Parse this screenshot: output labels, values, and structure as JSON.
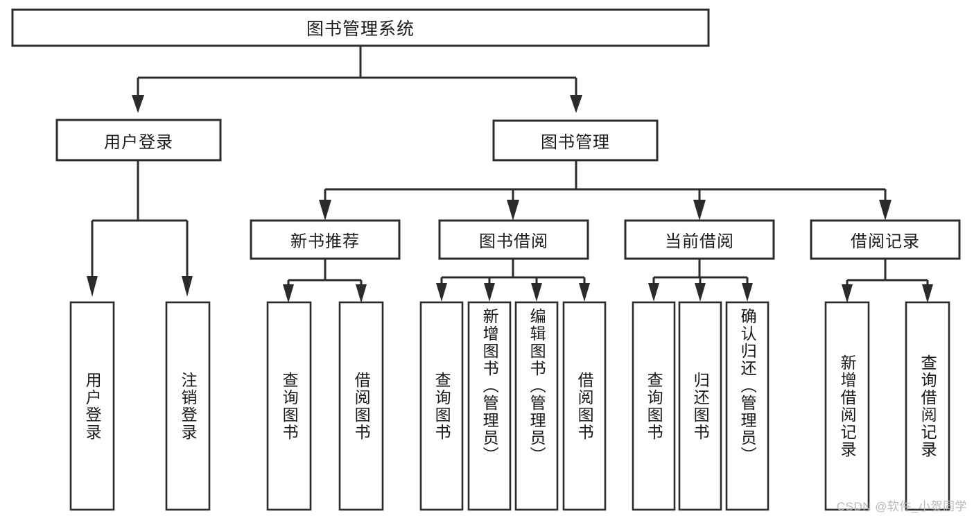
{
  "diagram": {
    "type": "tree-hierarchy-chart",
    "title": "图书管理系统",
    "root": {
      "label": "图书管理系统",
      "level": 1
    },
    "level2": [
      {
        "label": "用户登录"
      },
      {
        "label": "图书管理"
      }
    ],
    "level3": [
      {
        "label": "新书推荐",
        "parent": "图书管理"
      },
      {
        "label": "图书借阅",
        "parent": "图书管理"
      },
      {
        "label": "当前借阅",
        "parent": "图书管理"
      },
      {
        "label": "借阅记录",
        "parent": "图书管理"
      }
    ],
    "leaves": {
      "user_login": [
        {
          "label": "用户登录"
        },
        {
          "label": "注销登录"
        }
      ],
      "new_book_recommend": [
        {
          "label": "查询图书"
        },
        {
          "label": "借阅图书"
        }
      ],
      "book_borrow": [
        {
          "label": "查询图书"
        },
        {
          "label": "新增图书（管理员）"
        },
        {
          "label": "编辑图书（管理员）"
        },
        {
          "label": "借阅图书"
        }
      ],
      "current_borrow": [
        {
          "label": "查询图书"
        },
        {
          "label": "归还图书"
        },
        {
          "label": "确认归还（管理员）"
        }
      ],
      "borrow_record": [
        {
          "label": "新增借阅记录"
        },
        {
          "label": "查询借阅记录"
        }
      ]
    }
  },
  "watermark": {
    "text": "CSDN @软件_小贺同学"
  },
  "colors": {
    "background": "#ffffff",
    "box_fill": "#ffffff",
    "box_stroke": "#2b2b2b",
    "text": "#1a1a1a",
    "watermark": "#b9b9b9"
  }
}
